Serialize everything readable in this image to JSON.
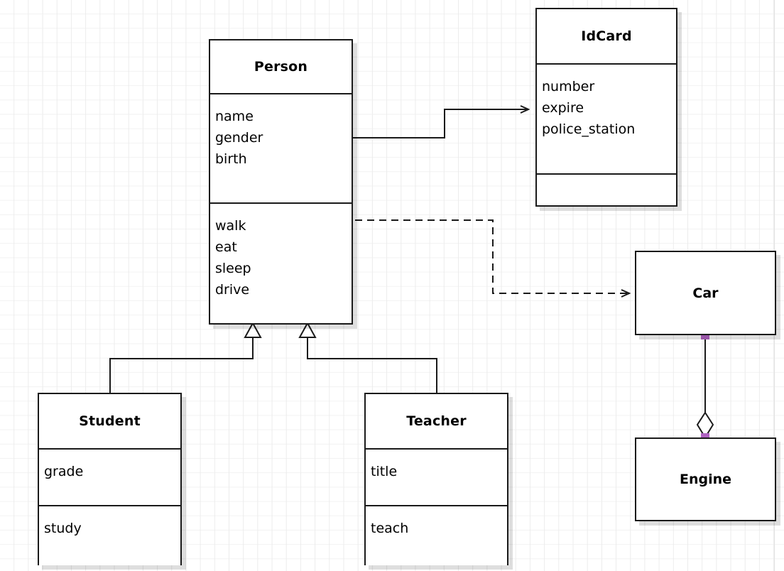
{
  "diagram": {
    "type": "uml-class-diagram",
    "background": "#ffffff",
    "grid_color": "#ececec",
    "line_color": "#1a1a1a",
    "endpoint_color": "#b063c2"
  },
  "classes": {
    "person": {
      "name": "Person",
      "attributes": [
        "name",
        "gender",
        "birth"
      ],
      "methods": [
        "walk",
        "eat",
        "sleep",
        "drive"
      ]
    },
    "idcard": {
      "name": "IdCard",
      "attributes": [
        "number",
        "expire",
        "police_station"
      ],
      "methods": []
    },
    "student": {
      "name": "Student",
      "attributes": [
        "grade"
      ],
      "methods": [
        "study"
      ]
    },
    "teacher": {
      "name": "Teacher",
      "attributes": [
        "title"
      ],
      "methods": [
        "teach"
      ]
    },
    "car": {
      "name": "Car",
      "attributes": [],
      "methods": []
    },
    "engine": {
      "name": "Engine",
      "attributes": [],
      "methods": []
    }
  },
  "relationships": [
    {
      "id": "person-idcard",
      "kind": "association",
      "from": "Person",
      "to": "IdCard",
      "line": "solid",
      "arrow": "open"
    },
    {
      "id": "person-car",
      "kind": "dependency",
      "from": "Person",
      "to": "Car",
      "line": "dashed",
      "arrow": "open"
    },
    {
      "id": "student-person",
      "kind": "generalization",
      "from": "Student",
      "to": "Person",
      "line": "solid",
      "arrow": "hollow-triangle"
    },
    {
      "id": "teacher-person",
      "kind": "generalization",
      "from": "Teacher",
      "to": "Person",
      "line": "solid",
      "arrow": "hollow-triangle"
    },
    {
      "id": "car-engine",
      "kind": "aggregation",
      "from": "Car",
      "to": "Engine",
      "line": "solid",
      "arrow": "hollow-diamond"
    }
  ]
}
